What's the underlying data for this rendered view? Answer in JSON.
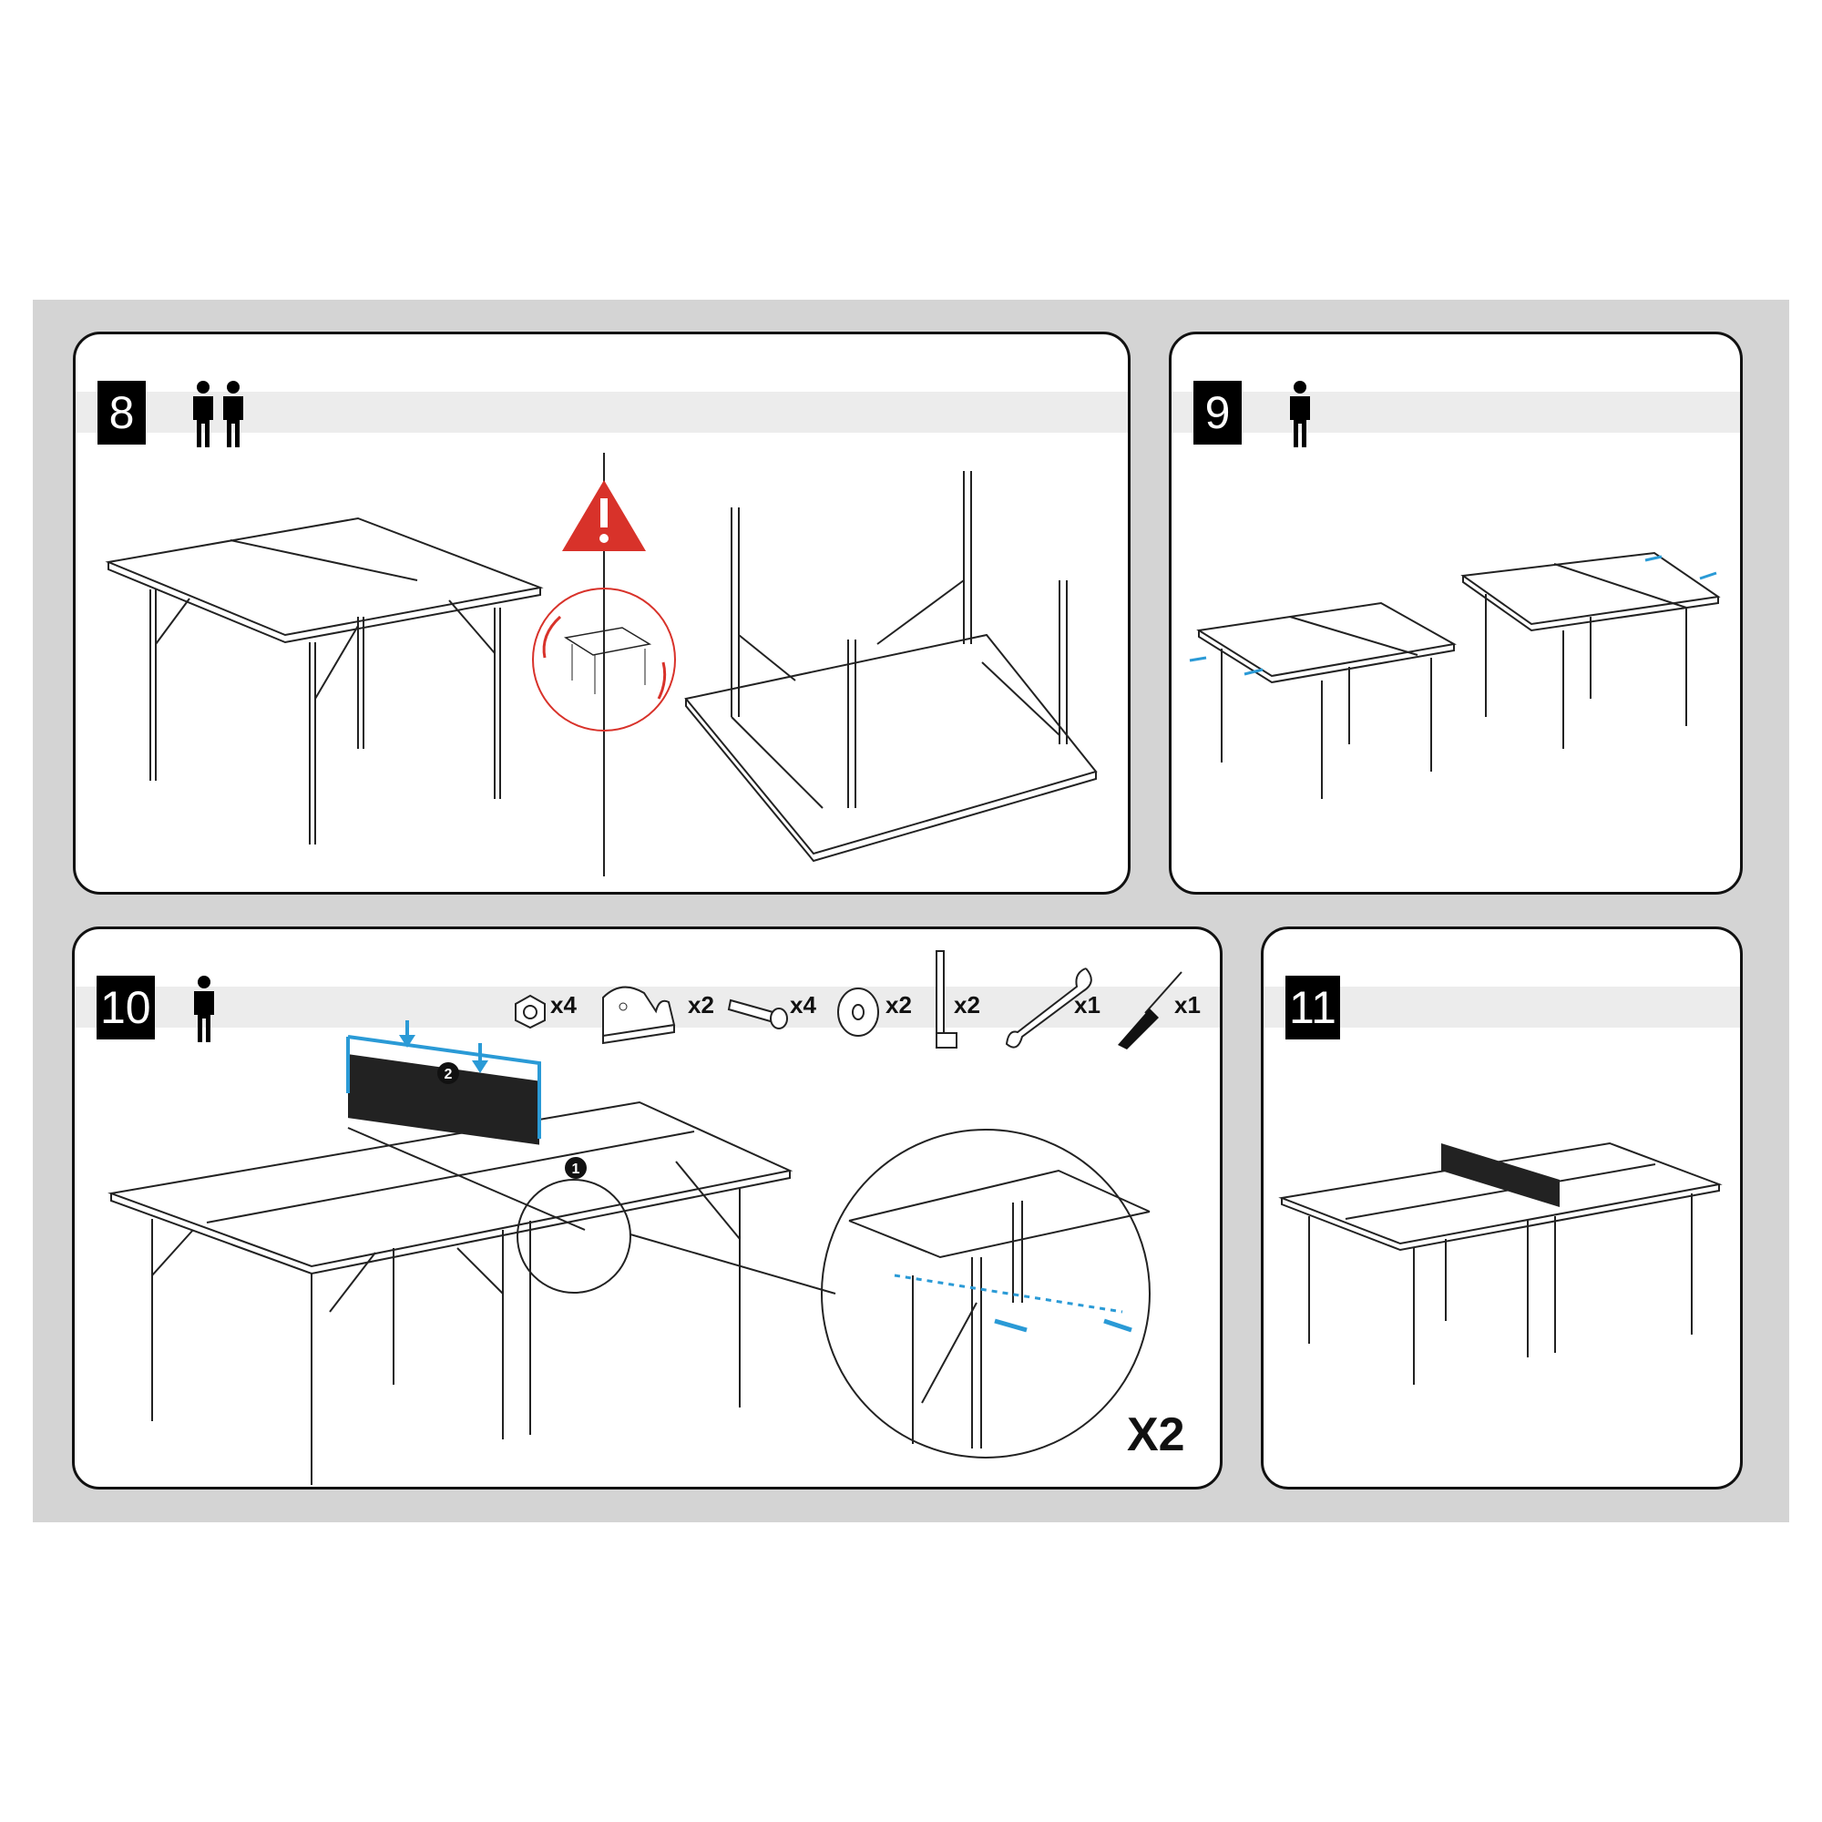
{
  "colors": {
    "background": "#d4d4d4",
    "accent_blue": "#2a9ad6",
    "warning_red": "#d8322a",
    "border": "#111111"
  },
  "steps": [
    {
      "number": "8",
      "people": 2,
      "icons": [
        "two-persons-icon",
        "warning-icon",
        "flip-table-icon"
      ]
    },
    {
      "number": "9",
      "people": 1,
      "icons": [
        "person-icon",
        "push-arrow-icon"
      ]
    },
    {
      "number": "10",
      "people": 1,
      "parts": [
        {
          "icon": "nut-icon",
          "qty": "x4"
        },
        {
          "icon": "bracket-icon",
          "qty": "x2"
        },
        {
          "icon": "bolt-icon",
          "qty": "x4"
        },
        {
          "icon": "washer-icon",
          "qty": "x2"
        },
        {
          "icon": "net-post-icon",
          "qty": "x2"
        },
        {
          "icon": "wrench-icon",
          "qty": "x1"
        },
        {
          "icon": "screwdriver-icon",
          "qty": "x1"
        }
      ],
      "callouts": [
        "1",
        "2"
      ],
      "repeat": "X2"
    },
    {
      "number": "11",
      "people": 0
    }
  ]
}
